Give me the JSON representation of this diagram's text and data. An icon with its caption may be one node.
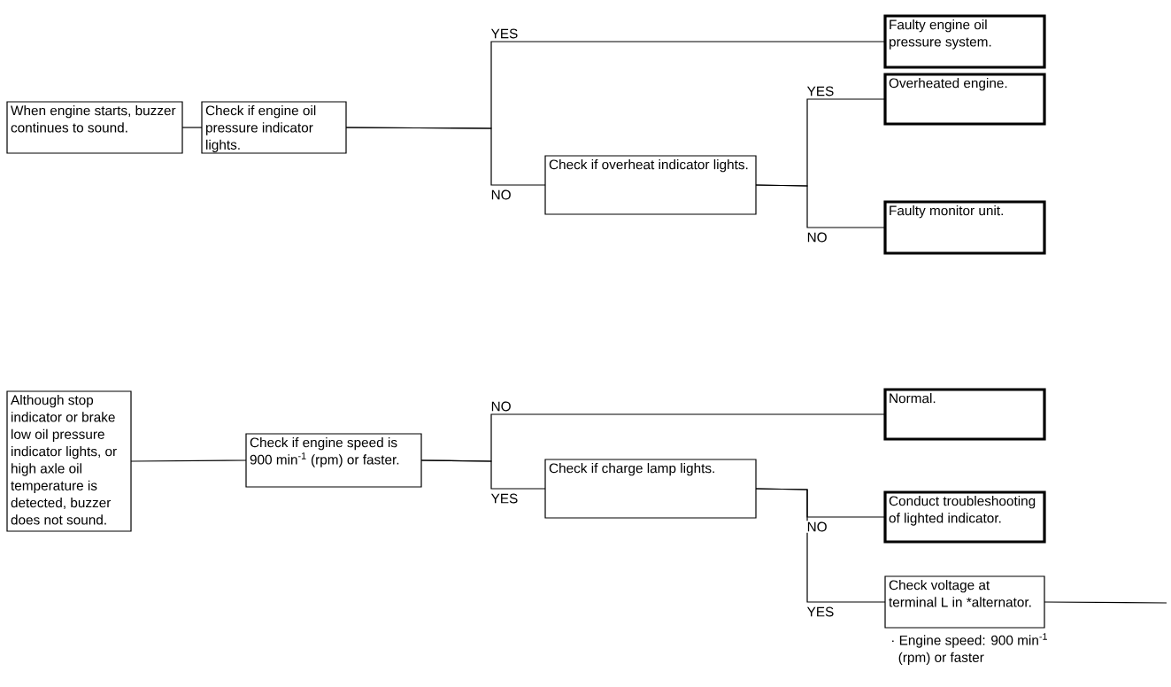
{
  "diagram": {
    "nodes": [
      {
        "text": [
          "When engine starts, buzzer continues to sound."
        ]
      },
      {
        "text": [
          "Check if engine oil pressure indicator lights."
        ]
      },
      {
        "text": [
          "Faulty engine oil pressure system."
        ]
      },
      {
        "text": [
          "Check if overheat indicator lights."
        ]
      },
      {
        "text": [
          "Overheated engine."
        ]
      },
      {
        "text": [
          "Faulty monitor unit."
        ]
      },
      {
        "text": [
          "Although stop indicator or brake low oil pressure indicator lights, or high axle oil temperature is detected, buzzer does not sound."
        ]
      },
      {
        "text": [
          "Check if engine speed is 900 min$^{-1}$ (rpm) or faster."
        ]
      },
      {
        "text": [
          "Normal."
        ]
      },
      {
        "text": [
          "Check if charge lamp lights."
        ]
      },
      {
        "text": [
          "Conduct troubleshooting of lighted indicator."
        ]
      },
      {
        "text": [
          "Check voltage at terminal L in *alternator."
        ],
        "beside": [
          "· Engine speed: 900 min$^{-1}$ (rpm) or faster"
        ]
      }
    ],
    "edges": [
      {
        "from": 0,
        "to": 1,
        "arrow": "none"
      },
      {
        "from": 1,
        "to": 2,
        "arrow": "none",
        "label": "YES"
      },
      {
        "from": 1,
        "to": 3,
        "arrow": "none",
        "label": "NO"
      },
      {
        "from": 3,
        "to": 4,
        "arrow": "none",
        "label": "YES"
      },
      {
        "from": 3,
        "to": 5,
        "arrow": "none",
        "label": "NO"
      },
      {
        "from": 6,
        "to": 7,
        "arrow": "none"
      },
      {
        "from": 7,
        "to": 8,
        "arrow": "none",
        "label": "NO"
      },
      {
        "from": 7,
        "to": 9,
        "arrow": "none",
        "label": "YES"
      },
      {
        "from": 9,
        "to": 10,
        "arrow": "none",
        "label": "NO"
      },
      {
        "from": 9,
        "to": 11,
        "arrow": "none",
        "label": "YES"
      },
      {
        "from": 11,
        "to": null,
        "arrow": "none"
      }
    ]
  }
}
